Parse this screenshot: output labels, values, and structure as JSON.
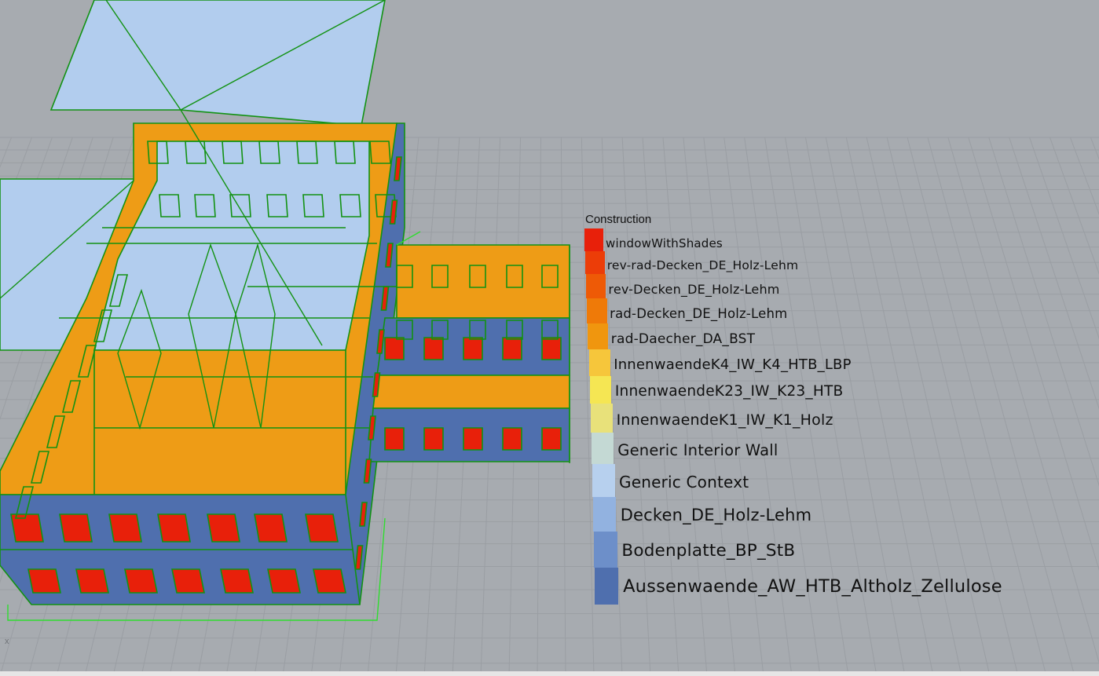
{
  "viewport": {
    "background": "#a7abb0",
    "grid_color": "#9ea2a7",
    "axis_label": "x"
  },
  "legend": {
    "title": "Construction",
    "items": [
      {
        "label": "windowWithShades",
        "color": "#e8200a"
      },
      {
        "label": "rev-rad-Decken_DE_Holz-Lehm",
        "color": "#ec3d08"
      },
      {
        "label": "rev-Decken_DE_Holz-Lehm",
        "color": "#ee5a06"
      },
      {
        "label": "rad-Decken_DE_Holz-Lehm",
        "color": "#ef7a08"
      },
      {
        "label": "rad-Daecher_DA_BST",
        "color": "#f0960e"
      },
      {
        "label": "InnenwaendeK4_IW_K4_HTB_LBP",
        "color": "#f6c63b"
      },
      {
        "label": "InnenwaendeK23_IW_K23_HTB",
        "color": "#f5e653"
      },
      {
        "label": "InnenwaendeK1_IW_K1_Holz",
        "color": "#e8e17a"
      },
      {
        "label": "Generic Interior Wall",
        "color": "#c4d9d4"
      },
      {
        "label": "Generic Context",
        "color": "#b7d0ee"
      },
      {
        "label": "Decken_DE_Holz-Lehm",
        "color": "#92b2e0"
      },
      {
        "label": "Bodenplatte_BP_StB",
        "color": "#6d8fc9"
      },
      {
        "label": "Aussenwaende_AW_HTB_Altholz_Zellulose",
        "color": "#4f6fae"
      }
    ]
  }
}
